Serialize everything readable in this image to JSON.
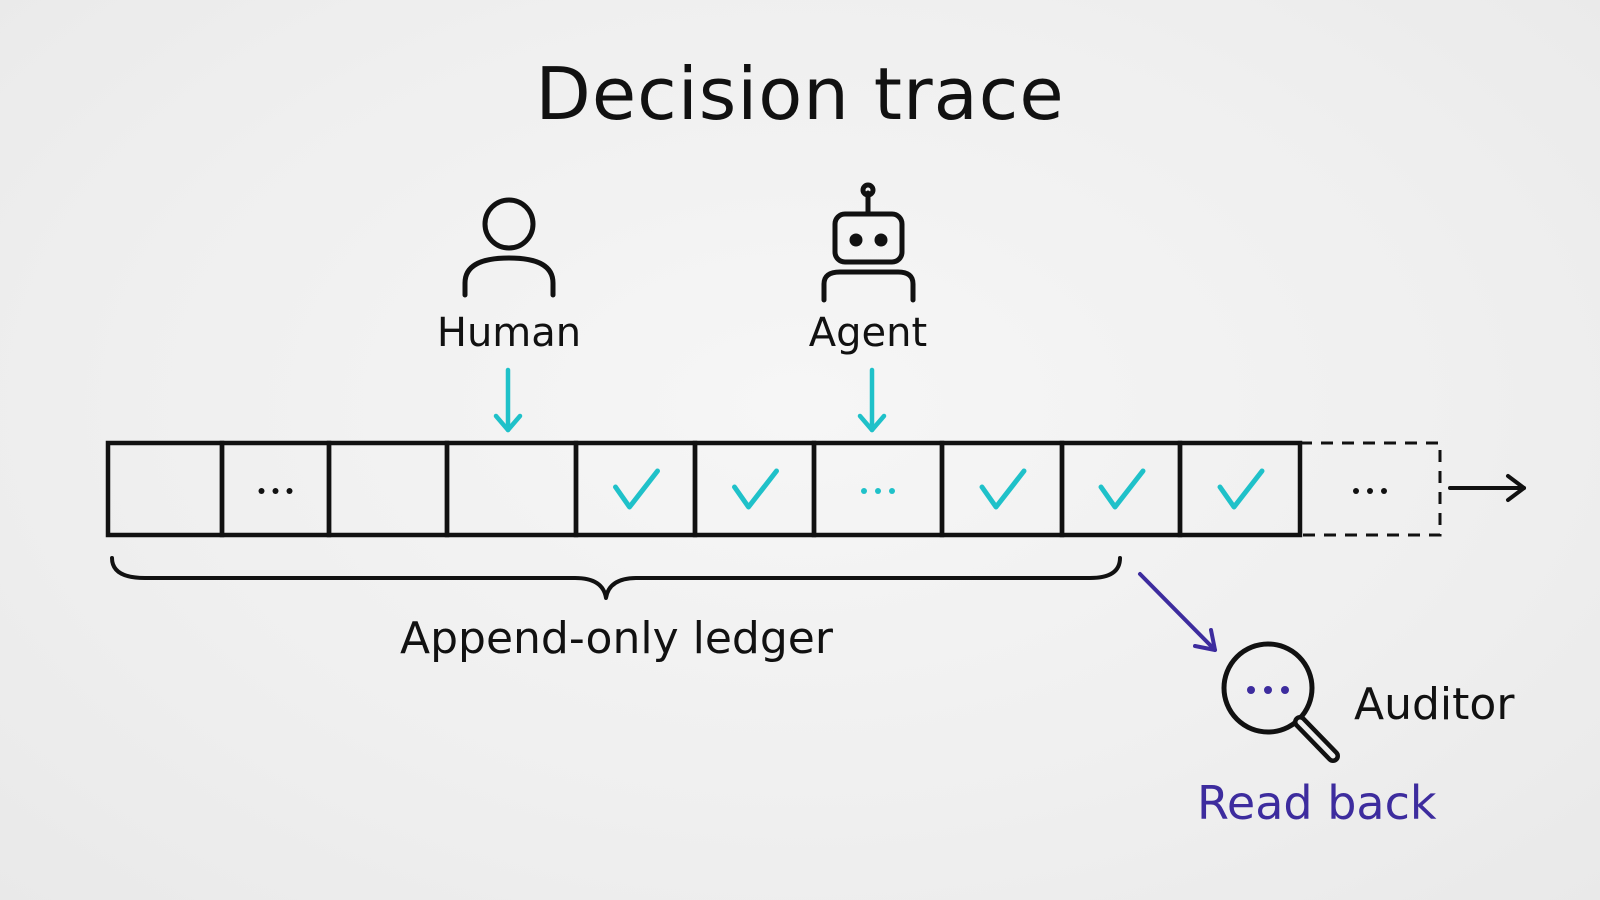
{
  "title": "Decision trace",
  "actors": {
    "human": {
      "label": "Human",
      "icon": "person-icon",
      "target_cell": 3
    },
    "agent": {
      "label": "Agent",
      "icon": "robot-icon",
      "target_cell": 6
    }
  },
  "ledger": {
    "label": "Append-only ledger",
    "cells": [
      {
        "mark": "empty"
      },
      {
        "mark": "ellipsis"
      },
      {
        "mark": "empty"
      },
      {
        "mark": "empty"
      },
      {
        "mark": "check"
      },
      {
        "mark": "check"
      },
      {
        "mark": "ellipsis-accent"
      },
      {
        "mark": "check"
      },
      {
        "mark": "check"
      },
      {
        "mark": "check"
      },
      {
        "mark": "ellipsis-pending"
      }
    ]
  },
  "auditor": {
    "label": "Auditor",
    "icon": "magnifier-icon"
  },
  "read_back": {
    "label": "Read back"
  },
  "colors": {
    "ink": "#111111",
    "accent_teal": "#1fc1c9",
    "accent_purple": "#3d2c9e"
  }
}
